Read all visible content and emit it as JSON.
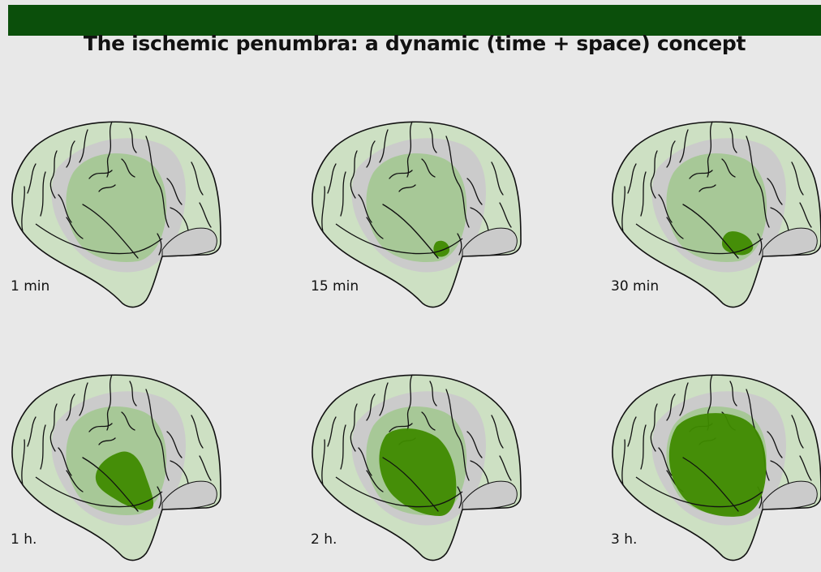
{
  "title": "The ischemic penumbra:  a dynamic (time + space) concept",
  "colors": {
    "bar": "#0b4f0b",
    "background": "#e8e8e8",
    "brain_fill": "#cde0c3",
    "gray_band": "#cbcbcb",
    "penumbra": "#a7c897",
    "core": "#3f8b00",
    "outline": "#111111"
  },
  "panels": [
    {
      "label": "1 min",
      "core_stage": 0
    },
    {
      "label": "15 min",
      "core_stage": 1
    },
    {
      "label": "30 min",
      "core_stage": 2
    },
    {
      "label": "1 h.",
      "core_stage": 3
    },
    {
      "label": "2 h.",
      "core_stage": 4
    },
    {
      "label": "3 h.",
      "core_stage": 5
    }
  ]
}
